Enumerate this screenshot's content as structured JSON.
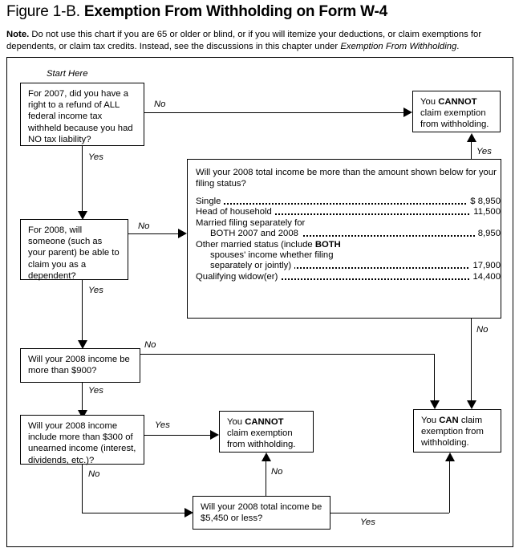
{
  "figure": {
    "number": "Figure 1-B.",
    "title": "Exemption From Withholding on Form W-4",
    "note_label": "Note.",
    "note_text_1": " Do not use this chart if you are 65 or older or blind, or if you will itemize your deductions, or claim exemptions for dependents, or claim tax credits. Instead, see the discussions in this chapter under ",
    "note_italic": "Exemption From Withholding",
    "note_text_2": "."
  },
  "flowchart": {
    "start_label": "Start Here",
    "nodes": {
      "q1": {
        "id": "q1",
        "type": "decision",
        "text": "For 2007, did you have a right to a refund of ALL federal income tax withheld because you had NO tax liability?"
      },
      "q2": {
        "id": "q2",
        "type": "decision",
        "text": "For 2008, will someone (such as your parent) be able to claim you as a dependent?"
      },
      "q3": {
        "id": "q3",
        "type": "decision",
        "text": "Will your 2008 income be more than $900?"
      },
      "q4": {
        "id": "q4",
        "type": "decision",
        "text": "Will your 2008 income include more than $300 of unearned income (interest, dividends, etc.)?"
      },
      "q5": {
        "id": "q5",
        "type": "decision",
        "text": "Will your 2008 total income be $5,450 or less?"
      },
      "q_income": {
        "id": "q_income",
        "type": "decision-table",
        "question": "Will your 2008 total income be more than the amount shown below for your filing status?"
      },
      "cannot_top": {
        "id": "cannot_top",
        "type": "terminal",
        "prefix": "You ",
        "emphasis": "CANNOT",
        "suffix": " claim exemption from withholding."
      },
      "cannot_bottom": {
        "id": "cannot_bottom",
        "type": "terminal",
        "prefix": "You ",
        "emphasis": "CANNOT",
        "suffix": " claim exemption from withholding."
      },
      "can": {
        "id": "can",
        "type": "terminal",
        "prefix": "You ",
        "emphasis": "CAN",
        "suffix": " claim exemption from withholding."
      }
    },
    "income_table": {
      "rows": [
        {
          "label": "Single",
          "indent": false,
          "value": "$ 8,950"
        },
        {
          "label": "Head of household",
          "indent": false,
          "value": "11,500"
        },
        {
          "label": "Married filing separately for",
          "indent": false,
          "value": ""
        },
        {
          "label": "BOTH 2007 and 2008",
          "indent": true,
          "value": "8,950"
        },
        {
          "label": "Other married status (include BOTH",
          "indent": false,
          "value": "",
          "bold_tail": "BOTH"
        },
        {
          "label": "spouses' income whether filing",
          "indent": true,
          "value": ""
        },
        {
          "label": "separately or jointly)",
          "indent": true,
          "value": "17,900"
        },
        {
          "label": "Qualifying widow(er)",
          "indent": false,
          "value": "14,400"
        }
      ]
    },
    "edge_labels": {
      "q1_no": "No",
      "q1_yes": "Yes",
      "q2_no": "No",
      "q2_yes": "Yes",
      "q3_no": "No",
      "q3_yes": "Yes",
      "q4_yes": "Yes",
      "q4_no": "No",
      "q5_no": "No",
      "q5_yes": "Yes",
      "income_yes": "Yes",
      "income_no": "No"
    }
  }
}
